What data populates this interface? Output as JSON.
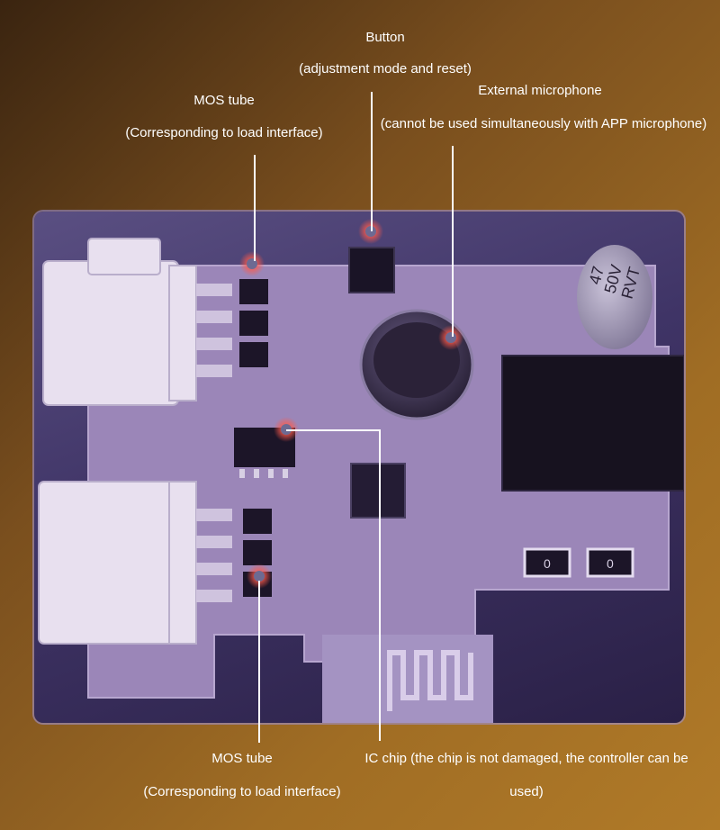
{
  "labels": {
    "button_title": "Button",
    "button_sub": "(adjustment mode and reset)",
    "mos_top_title": "MOS tube",
    "mos_top_sub": "(Corresponding to load interface)",
    "mic_title": "External microphone",
    "mic_sub": "(cannot be used simultaneously with APP microphone)",
    "mos_bottom_title": "MOS tube",
    "mos_bottom_sub": "(Corresponding to load interface)",
    "ic_line1": "IC chip (the chip is not damaged, the controller can be",
    "ic_line2": "used)"
  },
  "capacitor": {
    "line1": "47",
    "line2": "50V",
    "line3": "RVT"
  },
  "resistors": {
    "r1": "0",
    "r2": "0"
  },
  "colors": {
    "background_dark": "#3a2410",
    "background_light": "#b07a28",
    "photo_tint": "#4a3e72",
    "marker": "#ff5a4a"
  }
}
